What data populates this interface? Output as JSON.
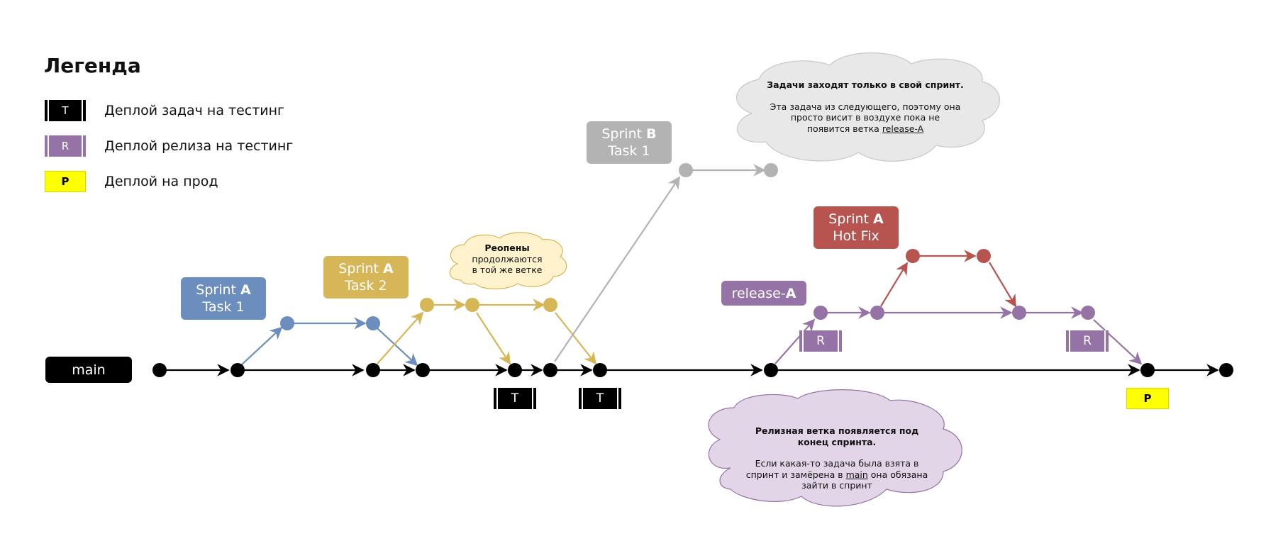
{
  "legend": {
    "title": "Легенда",
    "items": [
      {
        "symbol": "T",
        "label": "Деплой задач на тестинг",
        "color": "#000000"
      },
      {
        "symbol": "R",
        "label": "Деплой релиза на тестинг",
        "color": "#9673a6"
      },
      {
        "symbol": "P",
        "label": "Деплой на прод",
        "color": "#ffff00"
      }
    ]
  },
  "branches": {
    "main": {
      "label": "main",
      "color": "#000000"
    },
    "sprint_a_task1": {
      "label_prefix": "Sprint ",
      "label_bold": "A",
      "label_line2": "Task 1",
      "color": "#6c8ebf"
    },
    "sprint_a_task2": {
      "label_prefix": "Sprint ",
      "label_bold": "A",
      "label_line2": "Task 2",
      "color": "#d6b656"
    },
    "sprint_b_task1": {
      "label_prefix": "Sprint ",
      "label_bold": "B",
      "label_line2": "Task 1",
      "color": "#b3b3b3"
    },
    "release_a": {
      "label_prefix": "release-",
      "label_bold": "A",
      "color": "#9673a6"
    },
    "sprint_a_hotfix": {
      "label_prefix": "Sprint ",
      "label_bold": "A",
      "label_line2": "Hot Fix",
      "color": "#b85450"
    }
  },
  "tags": {
    "t": "T",
    "r": "R",
    "p": "P"
  },
  "notes": {
    "reopen": {
      "bold": "Реопены",
      "text_line1": "продолжаются",
      "text_line2": "в той же ветке",
      "fill": "#fff2cc"
    },
    "sprint_only": {
      "bold": "Задачи заходят только в свой спринт.",
      "text_line1": "Эта задача из следующего, поэтому она",
      "text_line2": "просто висит в воздухе пока не",
      "text_line3_prefix": "появится ветка ",
      "text_line3_link": "release-A",
      "fill": "#e8e8e8"
    },
    "release_branch": {
      "bold_line1": "Релизная ветка появляется под",
      "bold_line2": "конец спринта.",
      "text_line1": "Если какая-то задача была взята в",
      "text_line2_prefix": "спринт и замёрена в ",
      "text_line2_link": "main",
      "text_line2_suffix": " она обязана",
      "text_line3": "зайти в спринт",
      "fill": "#e1d5e7"
    }
  }
}
